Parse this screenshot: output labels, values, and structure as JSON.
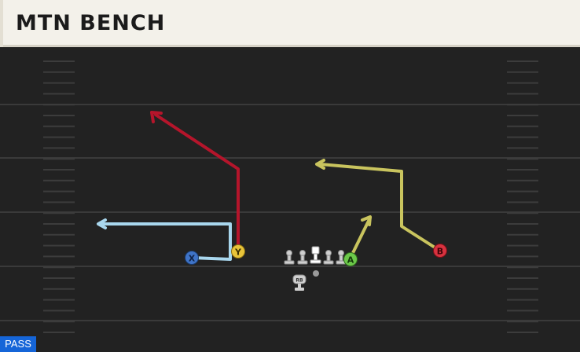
{
  "header": {
    "title": "MTN BENCH"
  },
  "play": {
    "type": "PASS",
    "receivers": [
      {
        "letter": "X",
        "color": "#3f74c8",
        "route_color": "#a9d7ee"
      },
      {
        "letter": "Y",
        "color": "#e8c43a",
        "route_color": "#b5152b"
      },
      {
        "letter": "A",
        "color": "#6cc84a",
        "route_color": "#c9c45e"
      },
      {
        "letter": "B",
        "color": "#d8323f",
        "route_color": "#c9c45e"
      }
    ],
    "backfield_label": "RB"
  },
  "colors": {
    "field": "#222222",
    "yard_line": "#3a3a3a",
    "hash": "#3c3c3c",
    "lineman": "#cfcfcf",
    "center": "#ffffff"
  }
}
